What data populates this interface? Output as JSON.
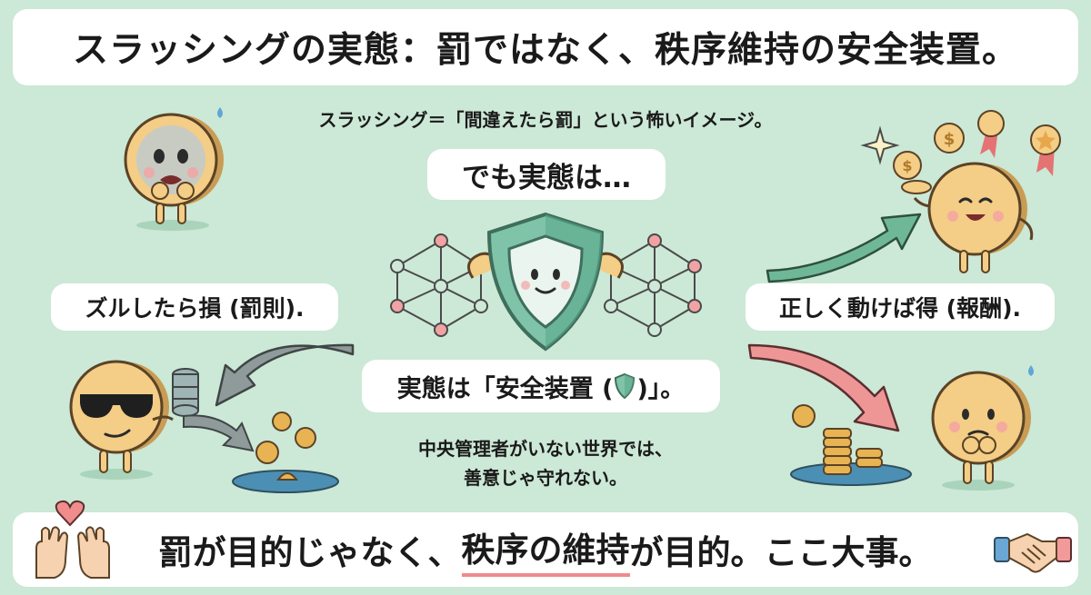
{
  "title": "スラッシングの実態：罰ではなく、秩序維持の安全装置。",
  "subtitle": "スラッシング＝「間違えたら罰」という怖いイメージ。",
  "but_reality": "でも実態は…",
  "cheat": "ズルしたら損 (罰則).",
  "honest": "正しく動けば得 (報酬).",
  "reality": {
    "before": "実態は「安全装置 (",
    "after": ")」。"
  },
  "explanation": {
    "line1": "中央管理者がいない世界では、",
    "line2": "善意じゃ守れない。"
  },
  "footer": {
    "part1": "罰が目的じゃなく、",
    "highlight": "秩序の維持",
    "part2": "が目的。ここ大事。"
  },
  "colors": {
    "background": "#cce8d6",
    "coin": "#f4cd86",
    "shield": "#7fc3a9",
    "network_node": "#f1a3a3",
    "up_arrow": "#6fb897",
    "down_arrow": "#ee9696",
    "gray_arrow": "#8f9a9a",
    "highlight_underline": "#ef8b8b"
  },
  "icons": [
    "worried-coin-icon",
    "shield-mascot-icon",
    "network-icon",
    "cool-coin-with-sunglasses-icon",
    "happy-coin-icon",
    "sad-coin-icon",
    "sparkle-icon",
    "medal-icon",
    "heart-icon",
    "raised-hands-icon",
    "handshake-icon"
  ]
}
